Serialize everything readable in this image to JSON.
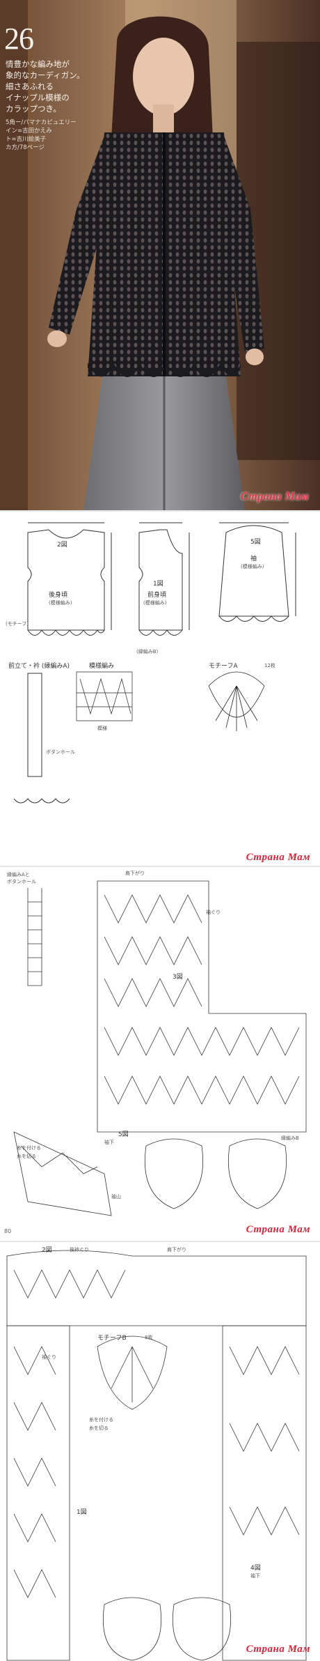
{
  "photo": {
    "pattern_number": "26",
    "caption_lines": "情豊かな編み地が\n象的なカーディガン。\n細さあふれる\nイナップル模様の\nカラップつき。",
    "meta_lines": "5角ー/パマナカピュエリー\nイン=吉田かえみ\nト=吉川絵美子\nカ方/78ページ",
    "watermark": "Страна Мам"
  },
  "diagram1": {
    "piece_back_num": "2図",
    "piece_back": "後身頃",
    "piece_back_sub": "(模様編み)",
    "piece_front_num": "1図",
    "piece_front": "前身頃",
    "piece_front_sub": "(模様編み)",
    "piece_sleeve_num": "5図",
    "piece_sleeve": "袖",
    "piece_sleeve_sub": "(模様編み)",
    "motif_label": "(モチーフ)",
    "bottom_label": "(縁編みB)",
    "band_label": "前立て・衿 (縁編みA)",
    "buttonhole_label": "ボタンホール",
    "pattern_label": "模様編み",
    "motif_a_label": "モチーフA",
    "motif_a_count": "12枚",
    "repeat_label": "模様",
    "watermark": "Страна Мам"
  },
  "diagram2": {
    "band_title": "縁編みAと\nボタンホール",
    "neck_label": "肩下がり",
    "armhole_label": "袖ぐり",
    "piece_num": "3図",
    "sleeve_num": "5図",
    "sleeve_label": "袖山",
    "sleeve_bottom": "袖下",
    "edge_label": "縁編みB",
    "legend_1": "糸を付ける",
    "legend_2": "糸を切る",
    "page_number": "80",
    "watermark": "Страна Мам"
  },
  "diagram3": {
    "piece_num": "2図",
    "back_neck": "後衿ぐり",
    "shoulder": "肩下がり",
    "armhole": "袖ぐり",
    "motif_b_label": "モチーフB",
    "motif_b_count": "8枚",
    "legend_1": "糸を付ける",
    "legend_2": "糸を切る",
    "front_num": "1図",
    "piece_num_4": "4図",
    "sleeve_bottom": "袖下",
    "watermark": "Страна Мам"
  }
}
